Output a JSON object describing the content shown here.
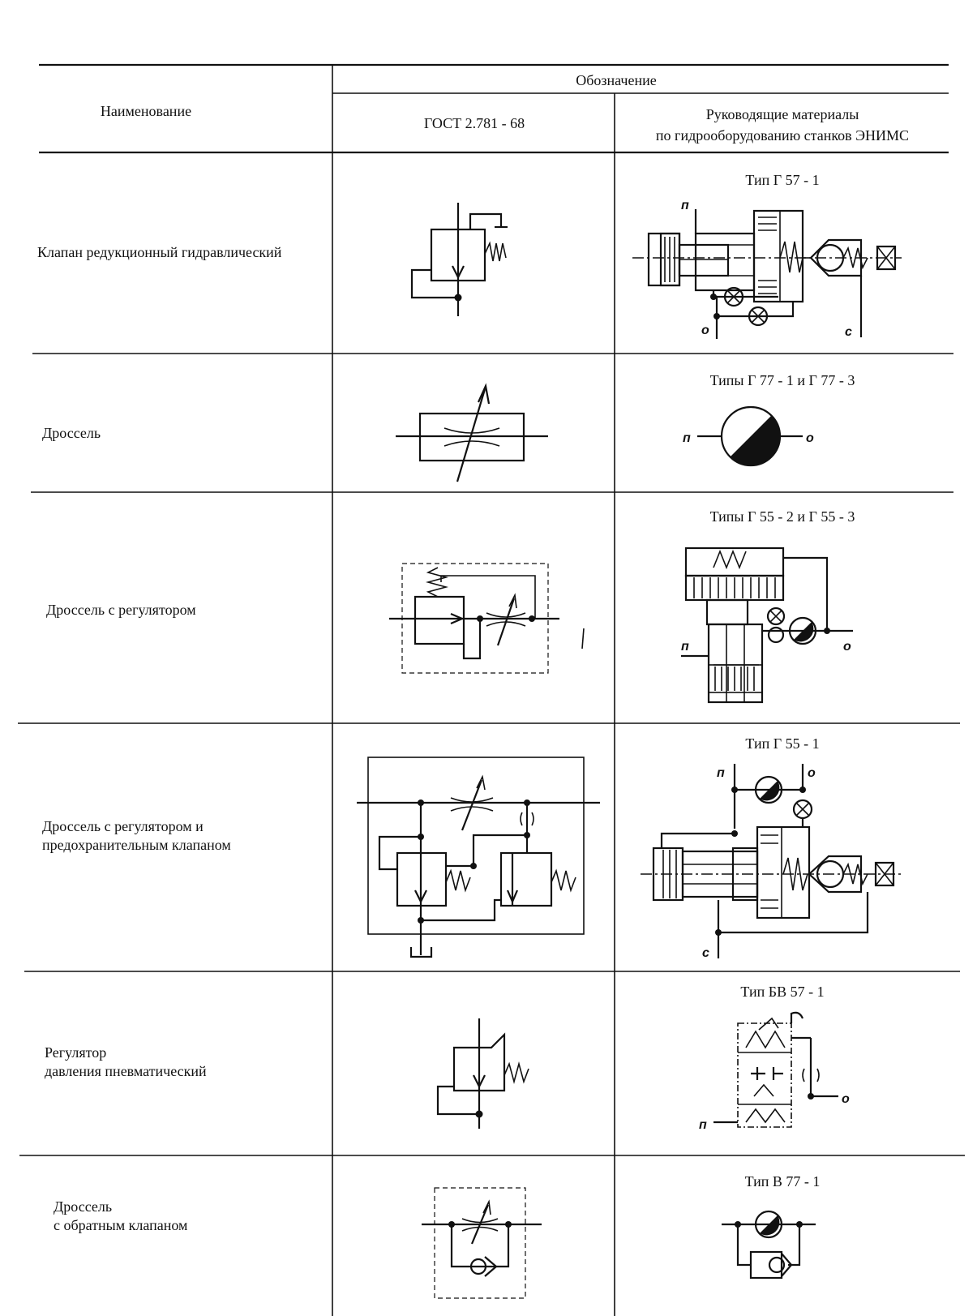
{
  "header": {
    "name_col": "Наименование",
    "designation": "Обозначение",
    "gost": "ГОСТ 2.781 - 68",
    "enims_line1": "Руководящие материалы",
    "enims_line2": "по гидрооборудованию станков ЭНИМС"
  },
  "rows": [
    {
      "name": [
        "Клапан редукционный гидравлический"
      ],
      "type": "Тип Г 57 - 1",
      "ports": [
        "п",
        "о",
        "с"
      ]
    },
    {
      "name": [
        "Дроссель"
      ],
      "type": "Типы Г 77 - 1  и  Г 77 - 3",
      "ports": [
        "п",
        "о"
      ]
    },
    {
      "name": [
        "Дроссель с регулятором"
      ],
      "type": "Типы Г 55 - 2  и  Г 55 - 3",
      "ports": [
        "п",
        "о"
      ]
    },
    {
      "name": [
        "Дроссель с регулятором и",
        "предохранительным клапаном"
      ],
      "type": "Тип Г 55 - 1",
      "ports": [
        "п",
        "о",
        "с"
      ]
    },
    {
      "name": [
        "Регулятор",
        "давления пневматический"
      ],
      "type": "Тип БВ 57 - 1",
      "ports": [
        "о",
        "п"
      ]
    },
    {
      "name": [
        "Дроссель",
        "с обратным клапаном"
      ],
      "type": "Тип В 77 - 1",
      "ports": []
    }
  ]
}
